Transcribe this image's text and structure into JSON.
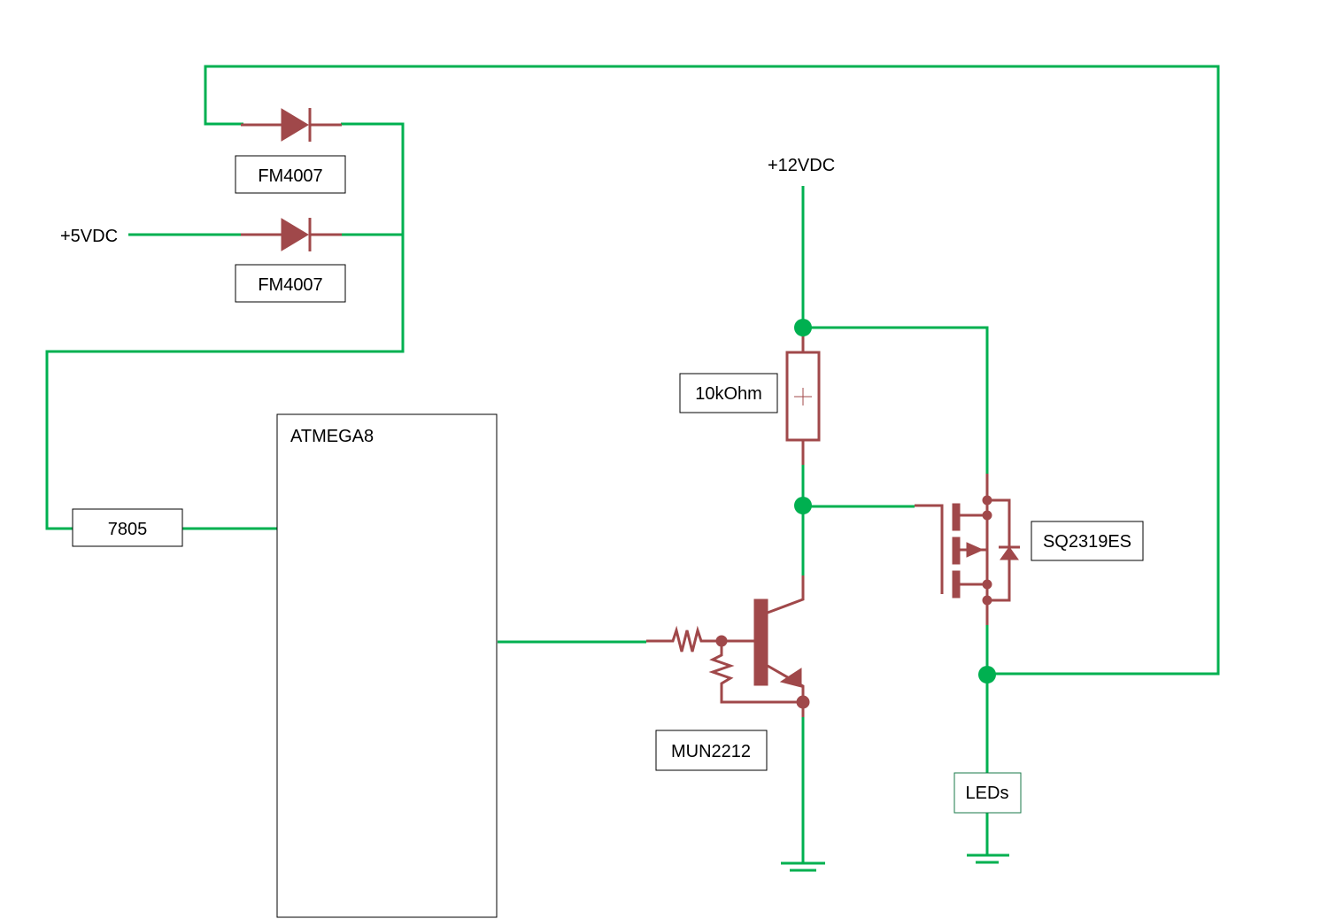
{
  "labels": {
    "diode_top": "FM4007",
    "diode_bottom": "FM4007",
    "supply_5v": "+5VDC",
    "supply_12v": "+12VDC",
    "regulator": "7805",
    "microcontroller": "ATMEGA8",
    "resistor": "10kOhm",
    "transistor": "MUN2212",
    "mosfet": "SQ2319ES",
    "load": "LEDs"
  },
  "colors": {
    "wire": "#00b050",
    "component": "#a0484a",
    "background": "#ffffff"
  }
}
